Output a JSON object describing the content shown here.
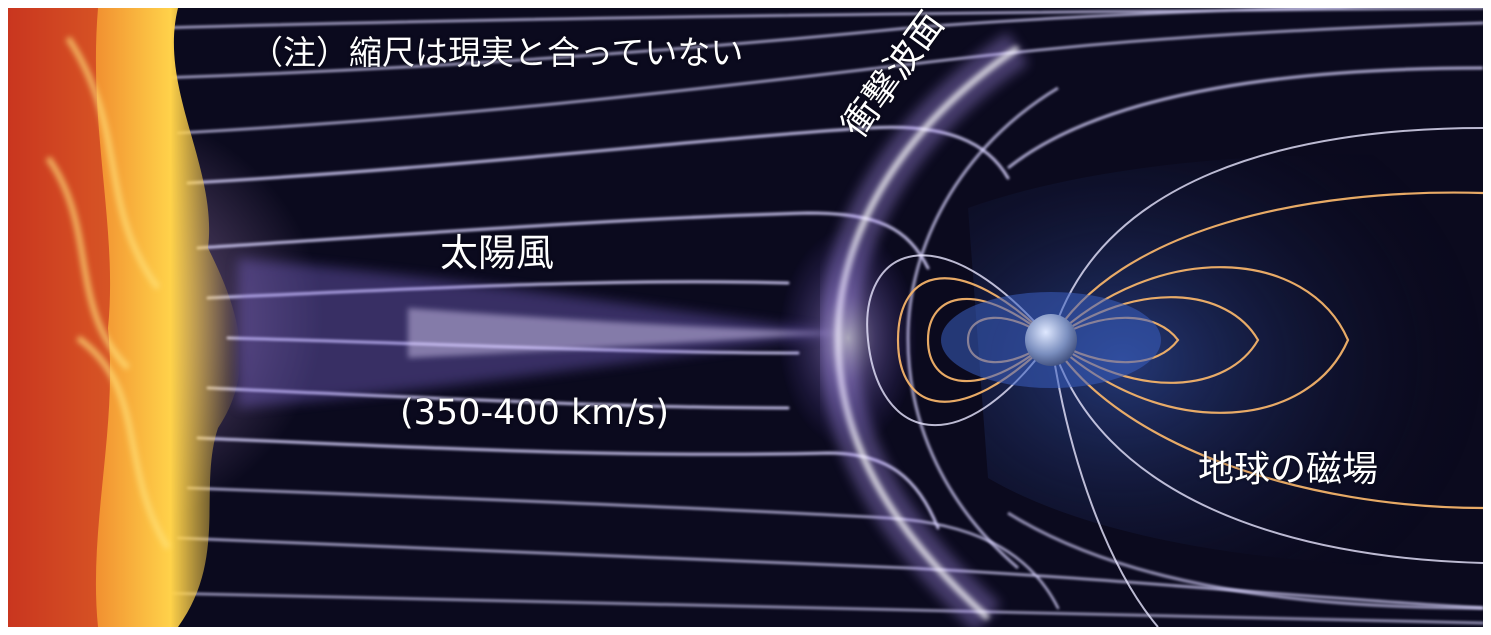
{
  "labels": {
    "note": "（注）縮尺は現実と合っていない",
    "solar_wind": "太陽風",
    "solar_wind_speed": "(350-400 km/s)",
    "shock_front": "衝撃波面",
    "earth_magnetic_field": "地球の磁場"
  },
  "colors": {
    "space_background": "#0b0a1e",
    "sun_orange": "#f08a2e",
    "sun_yellow": "#ffd24a",
    "wind_streamline": "#d9d4ff",
    "shock_glow": "#b79cff",
    "magnetosphere_blue": "#2f4fa8",
    "field_line_orange": "#f4b36a"
  },
  "icons": {
    "sun": "sun-surface",
    "earth": "earth-globe"
  }
}
